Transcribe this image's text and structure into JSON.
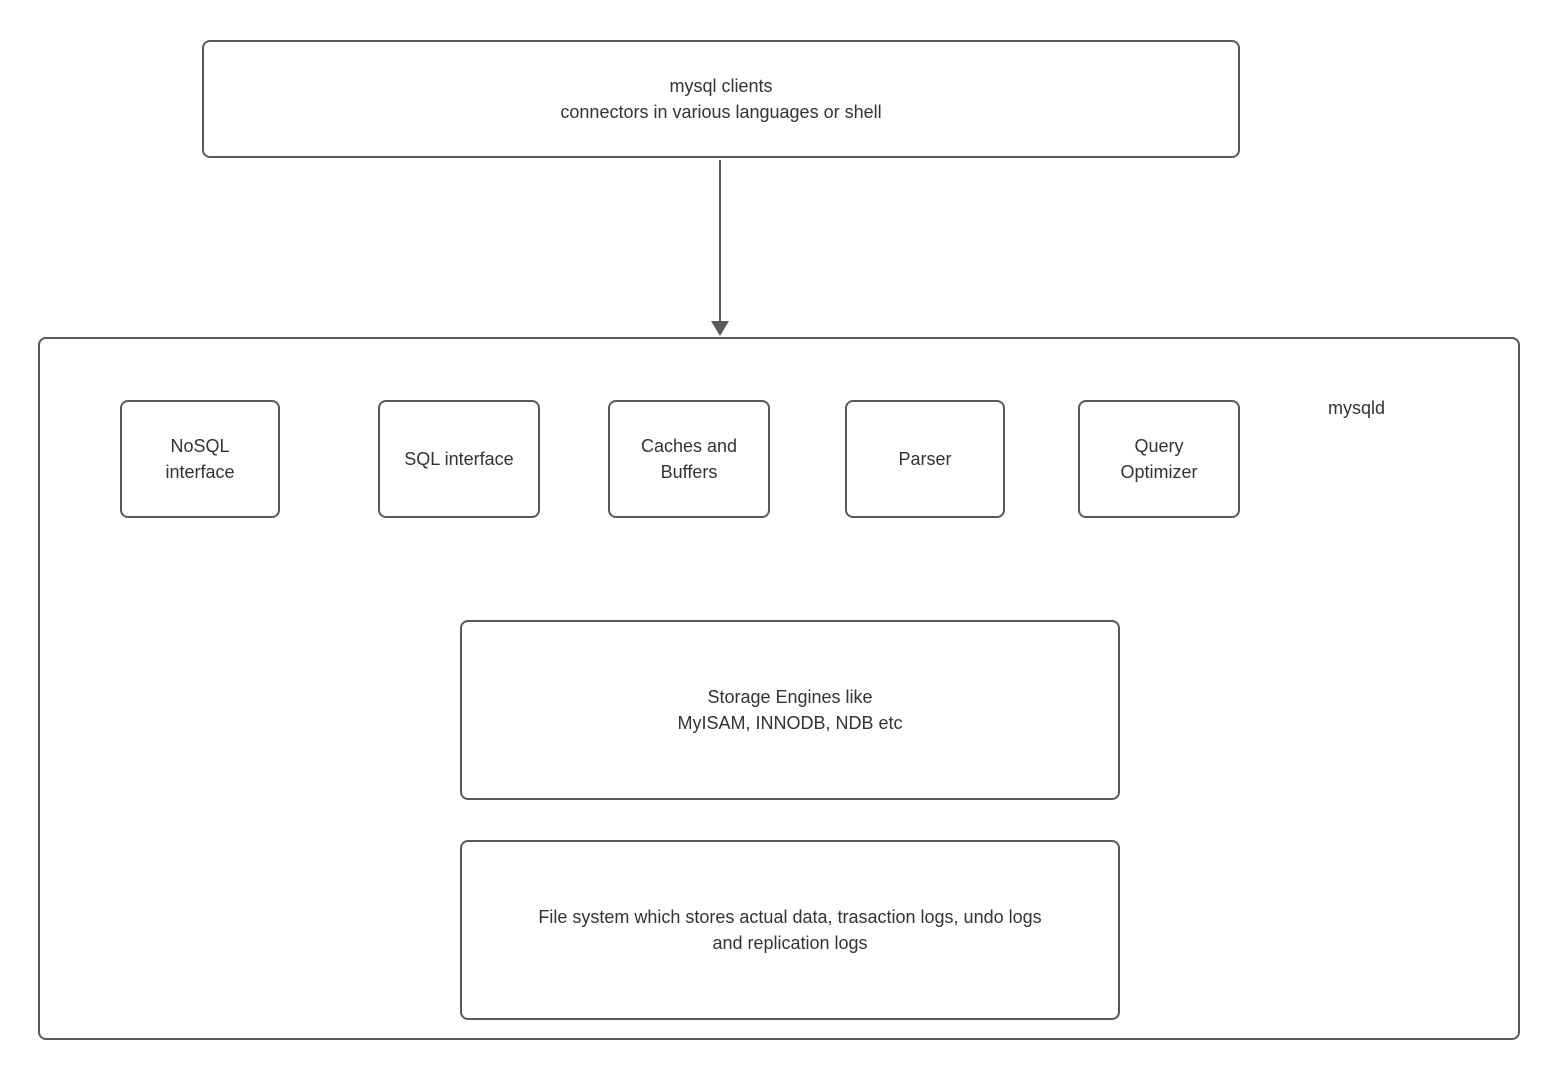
{
  "diagram": {
    "clients_box": {
      "label": "mysql clients\nconnectors in various languages or shell"
    },
    "mysqld_label": "mysqld",
    "components": [
      {
        "label": "NoSQL\ninterface"
      },
      {
        "label": "SQL interface"
      },
      {
        "label": "Caches and\nBuffers"
      },
      {
        "label": "Parser"
      },
      {
        "label": "Query\nOptimizer"
      }
    ],
    "storage_box": {
      "label": "Storage Engines like\nMyISAM, INNODB, NDB etc"
    },
    "filesystem_box": {
      "label": "File system which stores actual data, trasaction logs, undo logs\nand replication logs"
    },
    "colors": {
      "border": "#595959",
      "text": "#333333",
      "background": "#ffffff"
    }
  }
}
